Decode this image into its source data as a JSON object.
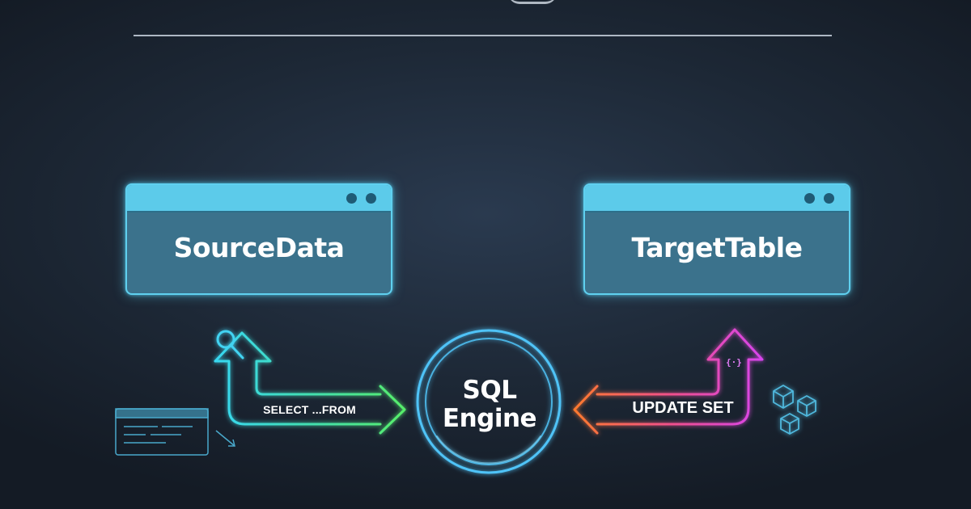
{
  "nodes": {
    "source": {
      "label": "SourceData"
    },
    "target": {
      "label": "TargetTable"
    },
    "engine": {
      "line1": "SQL",
      "line2": "Engine"
    }
  },
  "edges": {
    "select": {
      "label": "SELECT ...FROM",
      "color": "#3ee07e"
    },
    "update": {
      "label": "UPDATE SET",
      "color": "#ff7a2e"
    }
  },
  "colors": {
    "background": "#1d2836",
    "window_border": "#5fd0ef",
    "window_fill": "#3b728c",
    "engine_ring": "#4fc3f7",
    "update_to_target": "#e040fb"
  },
  "icons": {
    "source_arrow_icon": "magnifier-icon",
    "target_arrow_icon": "code-braces-icon",
    "left_decoration": "code-panel-icon",
    "right_decoration": "cubes-icon"
  }
}
